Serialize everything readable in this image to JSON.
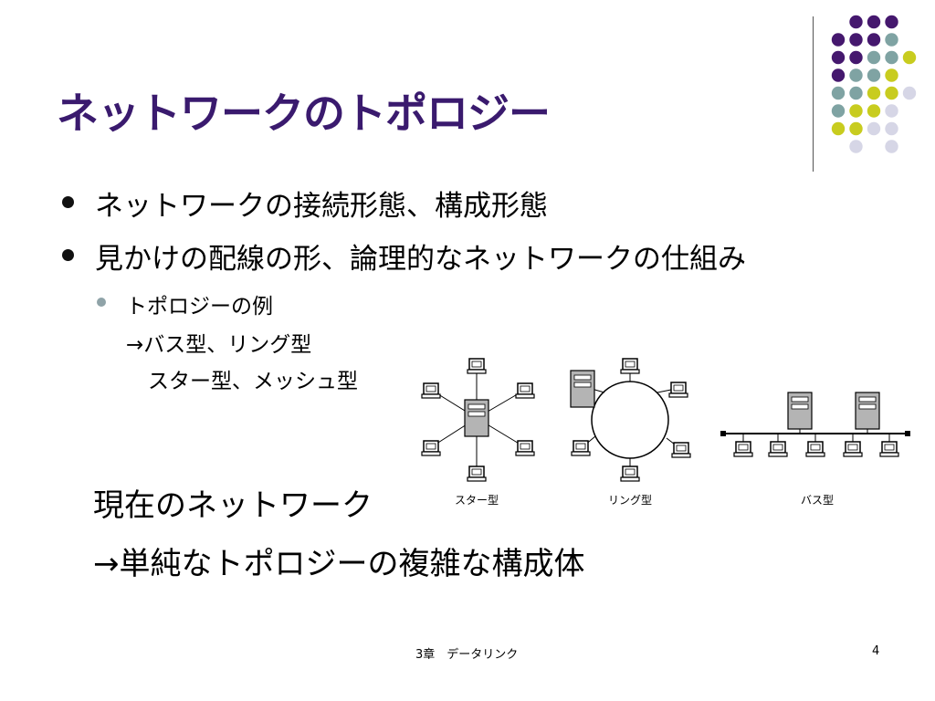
{
  "slide": {
    "title": "ネットワークのトポロジー",
    "bullets": [
      "ネットワークの接続形態、構成形態",
      "見かけの配線の形、論理的なネットワークの仕組み"
    ],
    "sub_bullet": "トポロジーの例",
    "example_lines": [
      "→バス型、リング型",
      "スター型、メッシュ型"
    ],
    "current_heading": "現在のネットワーク",
    "current_detail": "→単純なトポロジーの複雑な構成体",
    "diagram_labels": {
      "star": "スター型",
      "ring": "リング型",
      "bus": "バス型"
    },
    "footer_center": "3章　データリンク",
    "page_number": "4"
  },
  "colors": {
    "title": "#3a1a6e",
    "dot_purple": "#45186e",
    "dot_teal": "#7fa3a3",
    "dot_yellow": "#c8cc1f",
    "dot_lavender": "#d6d6e6"
  }
}
